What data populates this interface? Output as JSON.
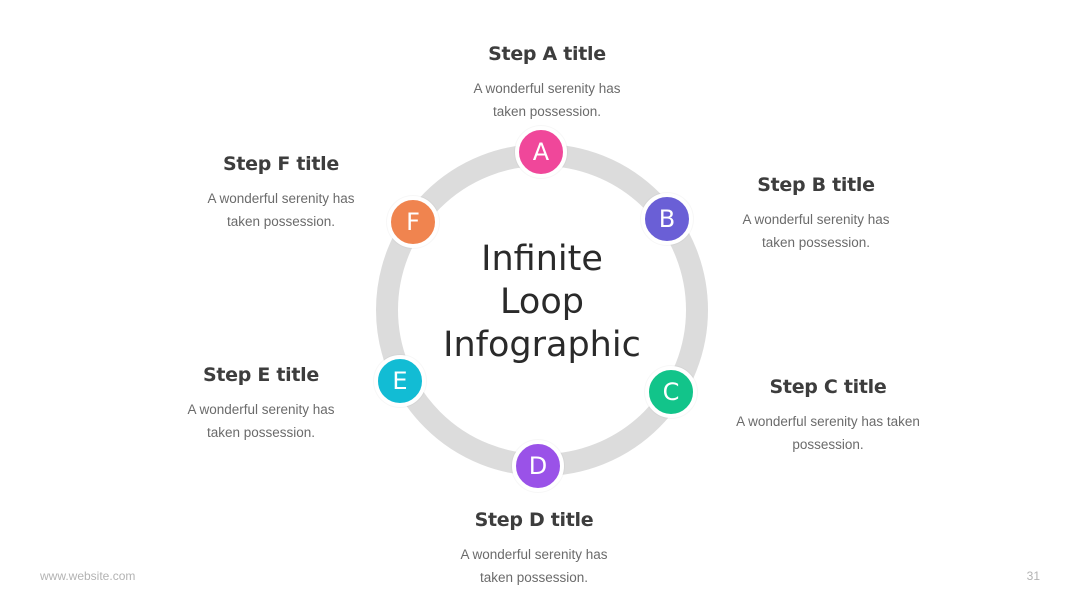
{
  "center": {
    "line1": "Infinite",
    "line2": "Loop",
    "line3": "Infographic"
  },
  "steps": [
    {
      "letter": "A",
      "title": "Step A title",
      "desc_line1": "A wonderful serenity has",
      "desc_line2": "taken possession.",
      "color": "#f0479a"
    },
    {
      "letter": "B",
      "title": "Step B title",
      "desc_line1": "A wonderful serenity has",
      "desc_line2": "taken possession.",
      "color": "#6a5fd6"
    },
    {
      "letter": "C",
      "title": "Step C title",
      "desc_line1": "A wonderful serenity has taken",
      "desc_line2": "possession.",
      "color": "#12c48a"
    },
    {
      "letter": "D",
      "title": "Step D title",
      "desc_line1": "A wonderful serenity has",
      "desc_line2": "taken possession.",
      "color": "#9a52e8"
    },
    {
      "letter": "E",
      "title": "Step E title",
      "desc_line1": "A wonderful serenity has",
      "desc_line2": "taken possession.",
      "color": "#12bcd4"
    },
    {
      "letter": "F",
      "title": "Step F title",
      "desc_line1": "A wonderful serenity has",
      "desc_line2": "taken possession.",
      "color": "#f0844f"
    }
  ],
  "ring_color": "#dcdcdc",
  "footer": {
    "website": "www.website.com",
    "page_number": "31"
  }
}
